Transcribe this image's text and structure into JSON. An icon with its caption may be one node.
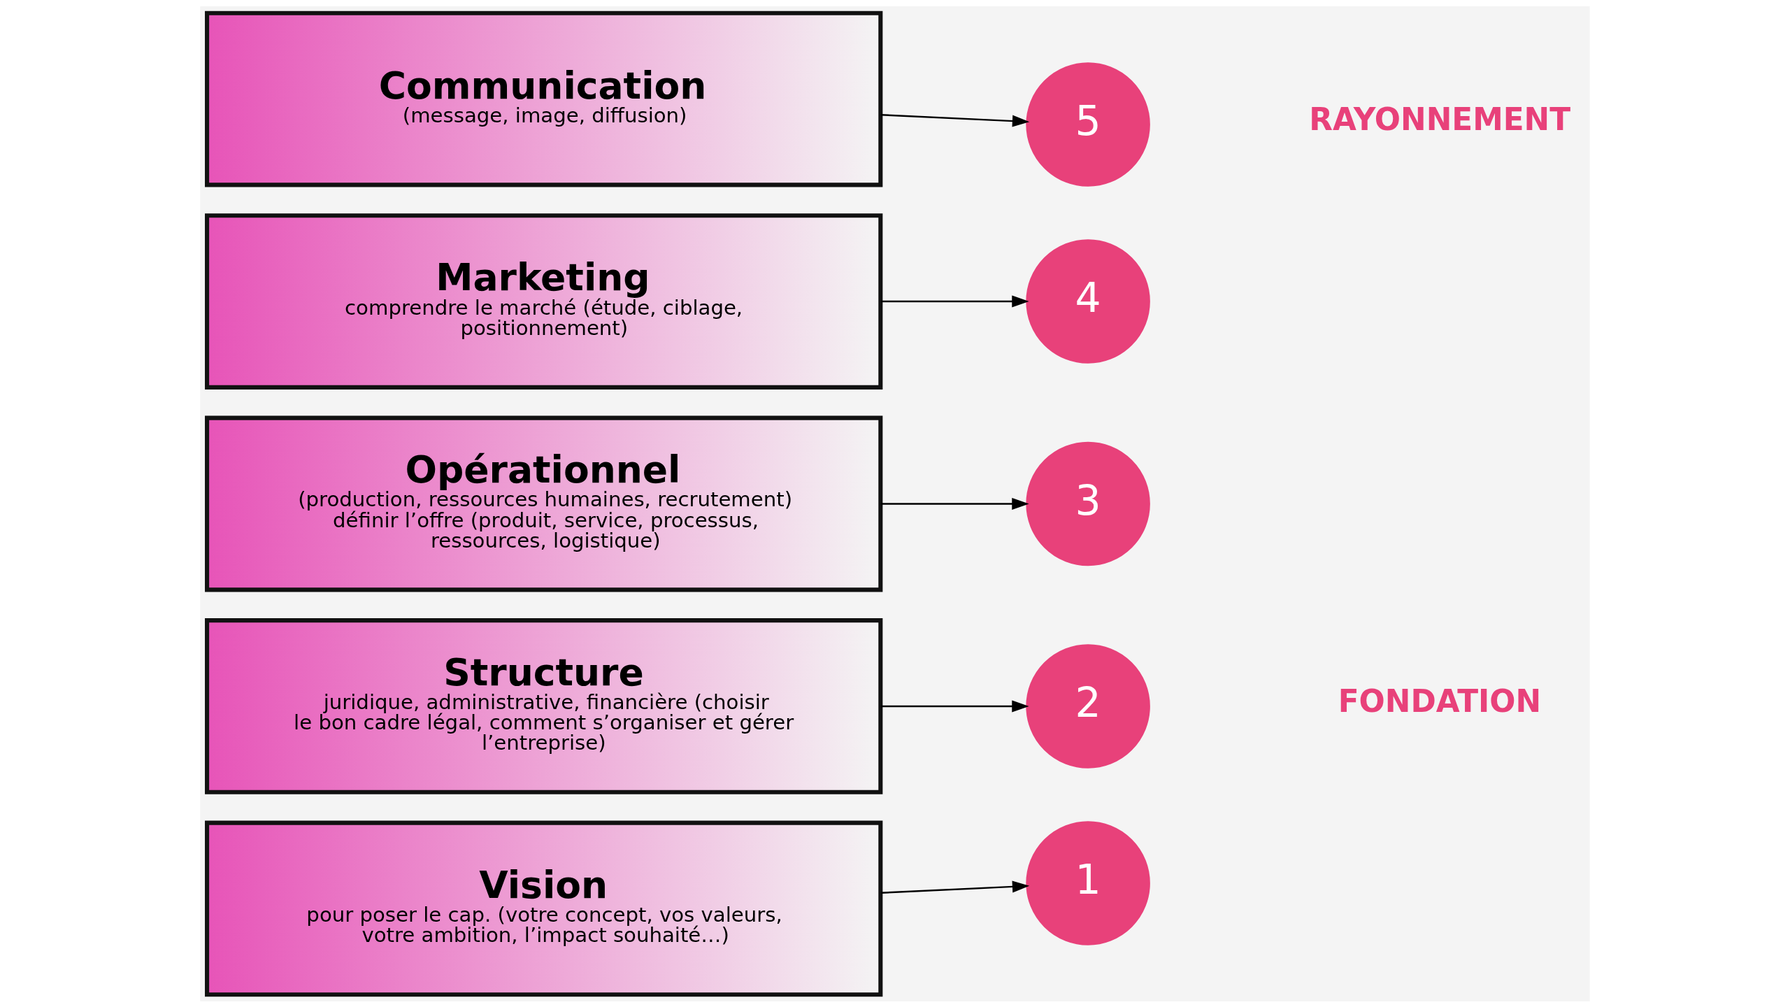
{
  "diagram": {
    "nodes": [
      {
        "text": [
          "Communication",
          "(message, image, diffusion)"
        ]
      },
      {
        "text": [
          "Marketing",
          "comprendre le marché (étude, ciblage, positionnement)"
        ]
      },
      {
        "text": [
          "Opérationnel",
          "(production, ressources humaines, recrutement) définir l’offre (produit, service, processus, ressources, logistique)"
        ]
      },
      {
        "text": [
          "Structure",
          "juridique, administrative, financière (choisir le bon cadre légal, comment s’organiser et gérer l’entreprise)"
        ]
      },
      {
        "text": [
          "Vision",
          "pour poser le cap. (votre concept, vos valeurs, votre ambition, l’impact souhaité…)"
        ]
      },
      {
        "text": [
          "5"
        ]
      },
      {
        "text": [
          "4"
        ]
      },
      {
        "text": [
          "3"
        ]
      },
      {
        "text": [
          "2"
        ]
      },
      {
        "text": [
          "1"
        ]
      }
    ],
    "edges": [
      {
        "from": 0,
        "to": 5,
        "arrow": "to"
      },
      {
        "from": 1,
        "to": 6,
        "arrow": "to"
      },
      {
        "from": 2,
        "to": 7,
        "arrow": "to"
      },
      {
        "from": 3,
        "to": 8,
        "arrow": "to"
      },
      {
        "from": 4,
        "to": 9,
        "arrow": "to"
      }
    ],
    "labels": [
      "RAYONNEMENT",
      "FONDATION"
    ]
  }
}
